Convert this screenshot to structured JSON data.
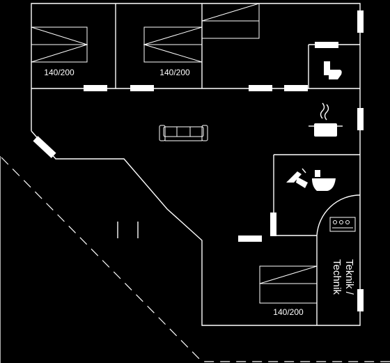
{
  "rooms": {
    "bedroom_1": {
      "bed_label": "140/200"
    },
    "bedroom_2": {
      "bed_label": "140/200"
    },
    "bedroom_3": {
      "bed_label": "140/200"
    },
    "technik": {
      "label_line1": "Teknik /",
      "label_line2": "Technik"
    }
  },
  "icons": {
    "sofa": "sofa-icon",
    "toilet": "toilet-icon",
    "stove": "stove-icon",
    "shower": "shower-icon",
    "sink": "sink-icon",
    "boiler": "boiler-icon"
  },
  "colors": {
    "background": "#000000",
    "lines": "#ffffff"
  }
}
